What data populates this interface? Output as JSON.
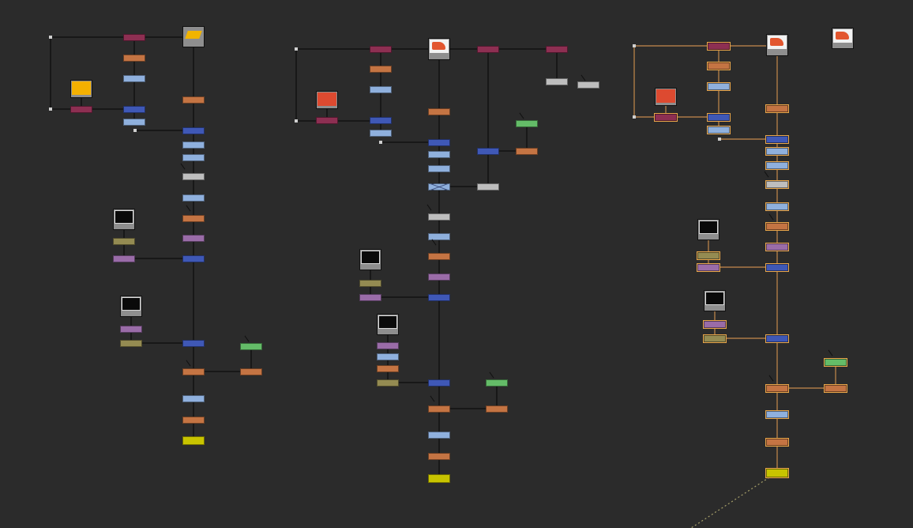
{
  "app": {
    "name": "node-graph",
    "background": "#2b2b2b"
  },
  "palette": {
    "read_maroon": "#8d2f52",
    "grade_orange": "#c47443",
    "transform_lightblue": "#8fb0dd",
    "merge_blue": "#3f58b6",
    "shuffle_gray": "#bebebe",
    "blur_purple": "#9a6ca8",
    "roto_olive": "#948b52",
    "keyer_green": "#64bc68",
    "write_yellow": "#c8c400",
    "edge_default": "#0d0d0d",
    "edge_selected": "#c58a4c"
  },
  "trees": [
    {
      "id": "tree-left",
      "selected": false,
      "write_node": "write-yellow"
    },
    {
      "id": "tree-middle",
      "selected": false,
      "write_node": "write-yellow"
    },
    {
      "id": "tree-right",
      "selected": true,
      "write_node": "write-yellow"
    }
  ]
}
